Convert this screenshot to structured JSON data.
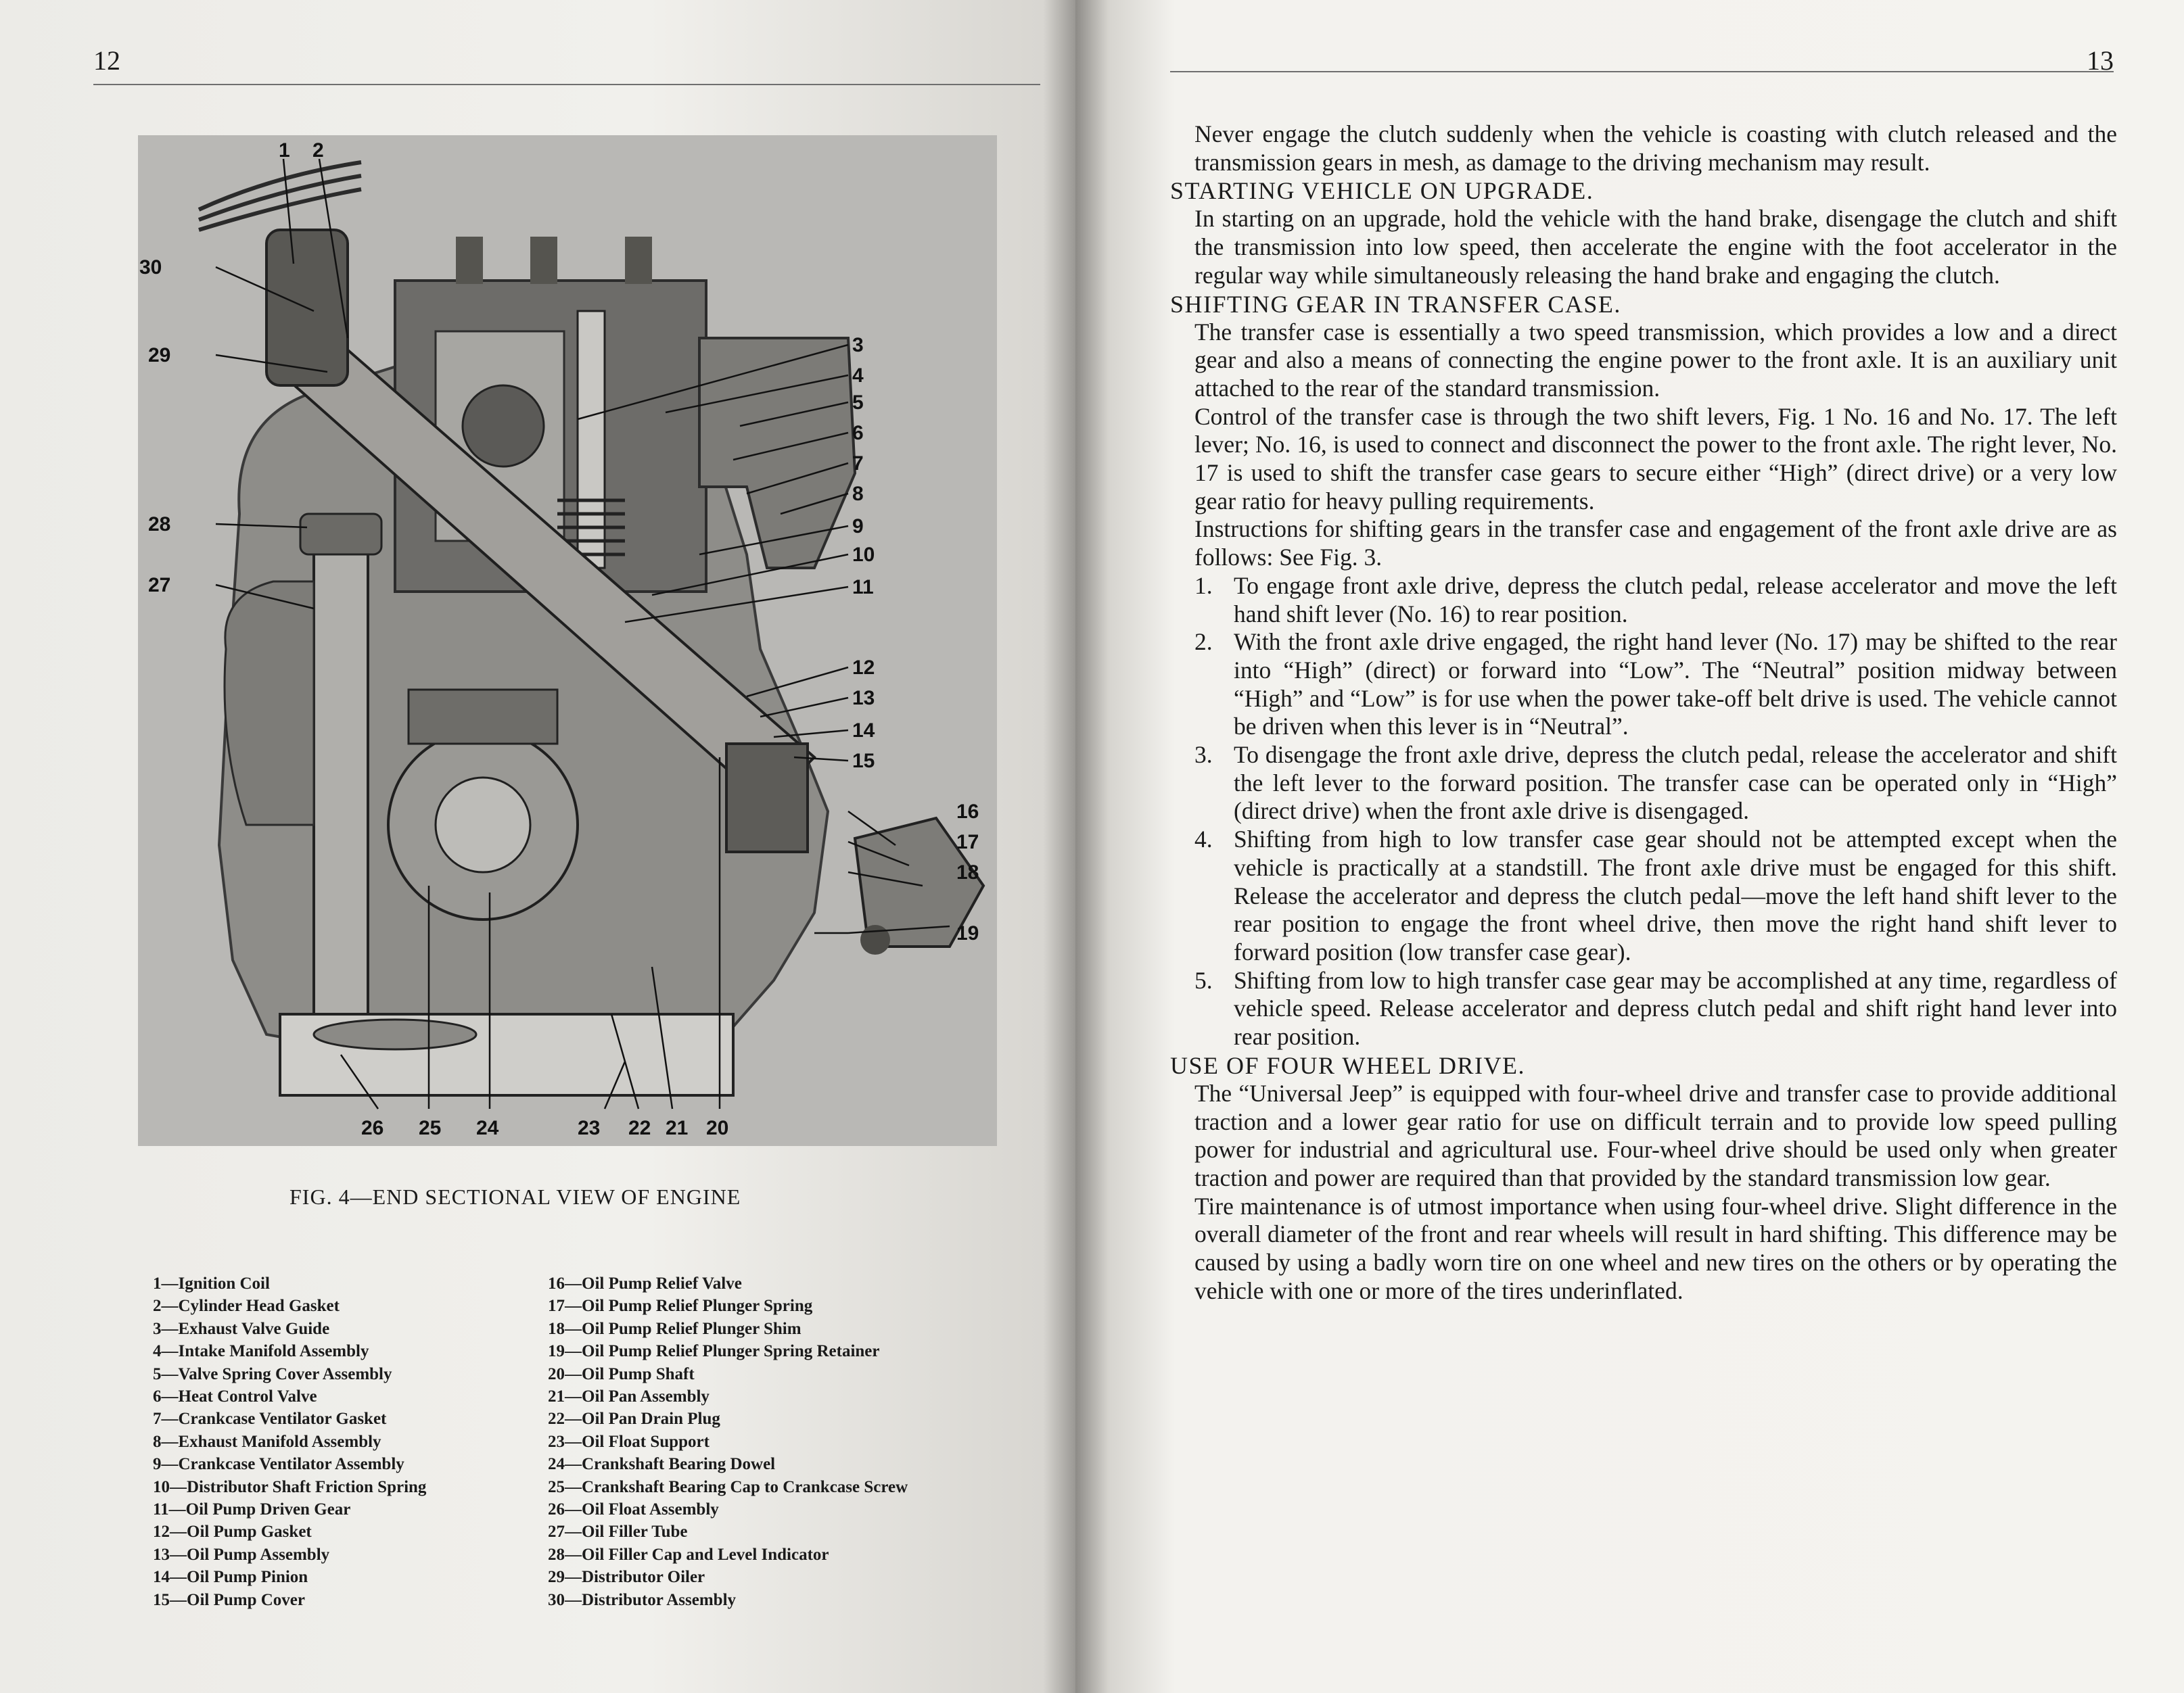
{
  "left_page": {
    "page_number": "12",
    "figure": {
      "callouts": [
        "1",
        "2",
        "3",
        "4",
        "5",
        "6",
        "7",
        "8",
        "9",
        "10",
        "11",
        "12",
        "13",
        "14",
        "15",
        "16",
        "17",
        "18",
        "19",
        "20",
        "21",
        "22",
        "23",
        "24",
        "25",
        "26",
        "27",
        "28",
        "29",
        "30"
      ],
      "caption": "FIG. 4—END SECTIONAL VIEW OF ENGINE"
    },
    "legend_left": [
      "1—Ignition Coil",
      "2—Cylinder Head Gasket",
      "3—Exhaust Valve Guide",
      "4—Intake Manifold Assembly",
      "5—Valve Spring Cover Assembly",
      "6—Heat Control Valve",
      "7—Crankcase Ventilator Gasket",
      "8—Exhaust Manifold Assembly",
      "9—Crankcase Ventilator Assembly",
      "10—Distributor Shaft Friction Spring",
      "11—Oil Pump Driven Gear",
      "12—Oil Pump Gasket",
      "13—Oil Pump Assembly",
      "14—Oil Pump Pinion",
      "15—Oil Pump Cover"
    ],
    "legend_right": [
      "16—Oil Pump Relief Valve",
      "17—Oil Pump Relief Plunger Spring",
      "18—Oil Pump Relief Plunger Shim",
      "19—Oil Pump Relief Plunger Spring Retainer",
      "20—Oil Pump Shaft",
      "21—Oil Pan Assembly",
      "22—Oil Pan Drain Plug",
      "23—Oil Float Support",
      "24—Crankshaft Bearing Dowel",
      "25—Crankshaft Bearing Cap to Crankcase Screw",
      "26—Oil Float Assembly",
      "27—Oil Filler Tube",
      "28—Oil Filler Cap and Level Indicator",
      "29—Distributor Oiler",
      "30—Distributor Assembly"
    ]
  },
  "right_page": {
    "page_number": "13",
    "intro": "Never engage the clutch suddenly when the vehicle is coasting with clutch released and the transmission gears in mesh, as damage to the driving mechanism may result.",
    "section1": {
      "heading": "STARTING VEHICLE ON UPGRADE.",
      "body": "In starting on an upgrade, hold the vehicle with the hand brake, disengage the clutch and shift the transmission into low speed, then accelerate the engine with the foot accelerator in the regular way while simultaneously releasing the hand brake and engaging the clutch."
    },
    "section2": {
      "heading": "SHIFTING GEAR IN TRANSFER CASE.",
      "p1": "The transfer case is essentially a two speed transmission, which provides a low and a direct gear and also a means of connecting the engine power to the front axle. It is an auxiliary unit attached to the rear of the standard transmission.",
      "p2": "Control of the transfer case is through the two shift levers, Fig. 1 No. 16 and No. 17. The left lever; No. 16, is used to connect and disconnect the power to the front axle. The right lever, No. 17 is used to shift the transfer case gears to secure either “High” (direct drive) or a very low gear ratio for heavy pulling requirements.",
      "p3": "Instructions for shifting gears in the transfer case and engagement of the front axle drive are as follows: See Fig. 3.",
      "steps": [
        {
          "num": "1.",
          "text": "To engage front axle drive, depress the clutch pedal, release accelerator and move the left hand shift lever (No. 16) to rear position."
        },
        {
          "num": "2.",
          "text": "With the front axle drive engaged, the right hand lever (No. 17) may be shifted to the rear into “High” (direct) or forward into “Low”. The “Neutral” position midway between “High” and “Low” is for use when the power take-off belt drive is used. The vehicle cannot be driven when this lever is in “Neutral”."
        },
        {
          "num": "3.",
          "text": "To disengage the front axle drive, depress the clutch pedal, release the accelerator and shift the left lever to the forward position. The transfer case can be operated only in “High” (direct drive) when the front axle drive is disengaged."
        },
        {
          "num": "4.",
          "text": "Shifting from high to low transfer case gear should not be attempted except when the vehicle is practically at a standstill. The front axle drive must be engaged for this shift. Release the accelerator and depress the clutch pedal—move the left hand shift lever to the rear position to engage the front wheel drive, then move the right hand shift lever to forward position (low transfer case gear)."
        },
        {
          "num": "5.",
          "text": "Shifting from low to high transfer case gear may be accomplished at any time, regardless of vehicle speed. Release accelerator and depress clutch pedal and shift right hand lever into rear position."
        }
      ]
    },
    "section3": {
      "heading": "USE OF FOUR WHEEL DRIVE.",
      "p1": "The “Universal Jeep” is equipped with four-wheel drive and transfer case to provide additional traction and a lower gear ratio for use on difficult terrain and to provide low speed pulling power for industrial and agricultural use. Four-wheel drive should be used only when greater traction and power are required than that provided by the standard transmission low gear.",
      "p2": "Tire maintenance is of utmost importance when using four-wheel drive. Slight difference in the overall diameter of the front and rear wheels will result in hard shifting. This difference may be caused by using a badly worn tire on one wheel and new tires on the others or by operating the vehicle with one or more of the tires underinflated."
    }
  }
}
